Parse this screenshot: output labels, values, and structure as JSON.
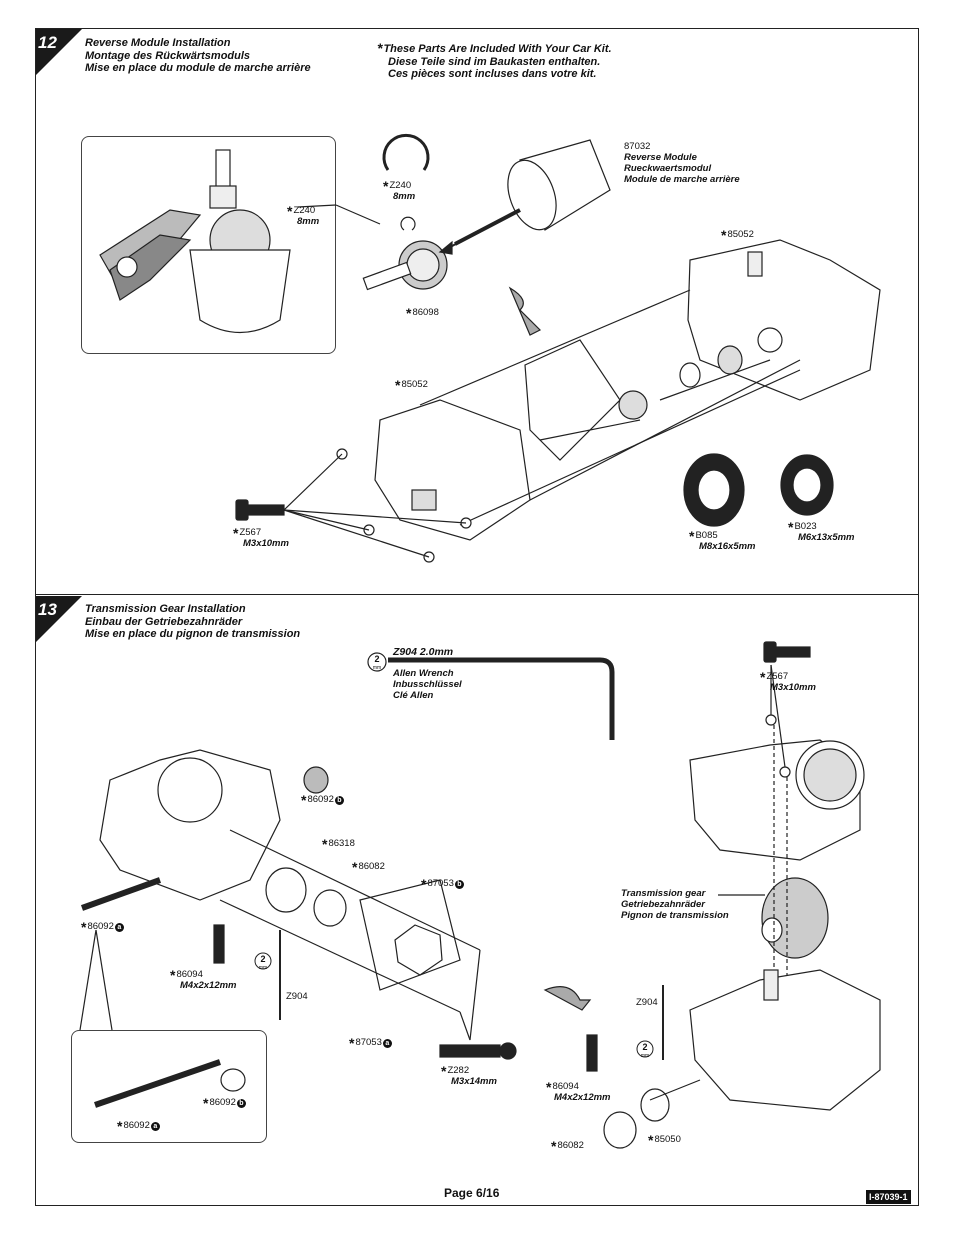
{
  "page": {
    "page_label": "Page 6/16",
    "doc_id": "I-87039-1"
  },
  "step12": {
    "number": "12",
    "title": [
      "Reverse Module  Installation",
      "Montage des Rückwärtsmoduls",
      "Mise en place du module de marche arrière"
    ],
    "kit_note": [
      "These Parts Are Included With Your Car Kit.",
      "Diese Teile sind im Baukasten enthalten.",
      "Ces pièces sont incluses dans votre kit."
    ],
    "parts": {
      "z240_inset": {
        "code": "Z240",
        "spec": "8mm"
      },
      "z240": {
        "code": "Z240",
        "spec": "8mm"
      },
      "p87032": {
        "code": "87032",
        "desc": [
          "Reverse Module",
          "Rueckwaertsmodul",
          "Module de marche arrière"
        ]
      },
      "p86098": {
        "code": "86098"
      },
      "p85052_right": {
        "code": "85052"
      },
      "p85052_left": {
        "code": "85052"
      },
      "z567": {
        "code": "Z567",
        "spec": "M3x10mm"
      },
      "b085": {
        "code": "B085",
        "spec": "M8x16x5mm"
      },
      "b023": {
        "code": "B023",
        "spec": "M6x13x5mm"
      }
    }
  },
  "step13": {
    "number": "13",
    "title": [
      "Transmission Gear  Installation",
      "Einbau der Getriebezahnräder",
      "Mise en place du pignon de transmission"
    ],
    "tool": {
      "badge": "2",
      "badge_unit": "mm",
      "code": "Z904 2.0mm",
      "desc": [
        "Allen Wrench",
        "Inbusschlüssel",
        "Clé Allen"
      ]
    },
    "parts": {
      "z567": {
        "code": "Z567",
        "spec": "M3x10mm"
      },
      "p86092b_top": {
        "code": "86092",
        "badge": "b"
      },
      "p86318": {
        "code": "86318"
      },
      "p86082_mid": {
        "code": "86082"
      },
      "p87053b": {
        "code": "87053",
        "badge": "b"
      },
      "p86092a_left": {
        "code": "86092",
        "badge": "a"
      },
      "p86094_left": {
        "code": "86094",
        "spec": "M4x2x12mm"
      },
      "z904_left": {
        "code": "Z904"
      },
      "p87053a": {
        "code": "87053",
        "badge": "a"
      },
      "z282": {
        "code": "Z282",
        "spec": "M3x14mm"
      },
      "p86092b_inset": {
        "code": "86092",
        "badge": "b"
      },
      "p86092a_inset": {
        "code": "86092",
        "badge": "a"
      },
      "trans_gear": {
        "desc": [
          "Transmission gear",
          "Getriebezahnräder",
          "Pignon de transmission"
        ]
      },
      "z904_right": {
        "code": "Z904"
      },
      "p86094_right": {
        "code": "86094",
        "spec": "M4x2x12mm"
      },
      "p86082_right": {
        "code": "86082"
      },
      "p85050": {
        "code": "85050"
      }
    }
  }
}
